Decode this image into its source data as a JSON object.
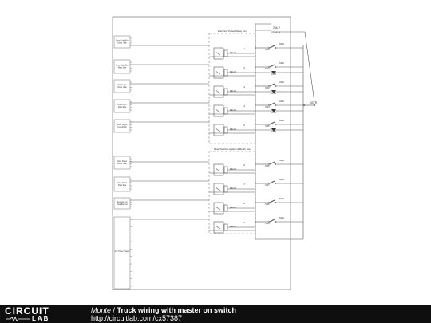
{
  "diagram": {
    "top_box_title": "Electrical Power/Relay box",
    "bottom_box_title": "Rear Switch Location & Brush Box",
    "fuse_labels": [
      "20A-V",
      "15A-V"
    ],
    "master_label": "MSTR",
    "top_relays": [
      {
        "relay": "RELAY",
        "contact": "L1",
        "switch": "SW1",
        "switch_label": "SWA"
      },
      {
        "relay": "RELAY",
        "contact": "L2",
        "switch": "SW2",
        "switch_label": "SWA"
      },
      {
        "relay": "RELAY",
        "contact": "L3",
        "switch": "SW3",
        "switch_label": "SWA"
      },
      {
        "relay": "RELAY",
        "contact": "L4",
        "switch": "SW4",
        "switch_label": "SWA"
      },
      {
        "relay": "RELAY",
        "contact": "L5",
        "switch": "SW5",
        "switch_label": "SWA"
      }
    ],
    "bottom_relays": [
      {
        "relay": "RELAY",
        "contact": "L6",
        "switch": "SW6",
        "switch_label": "SWA"
      },
      {
        "relay": "RELAY",
        "contact": "L7",
        "switch": "SW7",
        "switch_label": "SWA"
      },
      {
        "relay": "RELAY",
        "contact": "L8",
        "switch": "SW8",
        "switch_label": "SWA"
      },
      {
        "relay": "RELAY",
        "contact": "L9",
        "switch": "SW9",
        "switch_label": "SWA"
      }
    ],
    "left_loads": [
      {
        "line1": "Front Light Bar",
        "line2": "Driver Side"
      },
      {
        "line1": "Front Light Bar",
        "line2": "Pass Side"
      },
      {
        "line1": "Ditch Light",
        "line2": "Driver Side"
      },
      {
        "line1": "Ditch Light",
        "line2": "Pass Side"
      },
      {
        "line1": "Rock Lights",
        "line2": "Underbody"
      },
      {
        "line1": "Rear Flood",
        "line2": "Driver Side"
      },
      {
        "line1": "Rear Flood",
        "line2": "Pass Side"
      },
      {
        "line1": "Reverse Aux",
        "line2": "Rear Bumper"
      },
      {
        "line1": "Bed Lights",
        "line2": "Interior"
      },
      {
        "line1": "Aux Power Supply",
        "line2": ""
      }
    ]
  },
  "footer": {
    "logo_top": "CIRCUIT",
    "logo_bottom": "LAB",
    "author": "Monte",
    "separator": " / ",
    "title": "Truck wiring with master on switch",
    "url": "http://circuitlab.com/cx57387"
  }
}
